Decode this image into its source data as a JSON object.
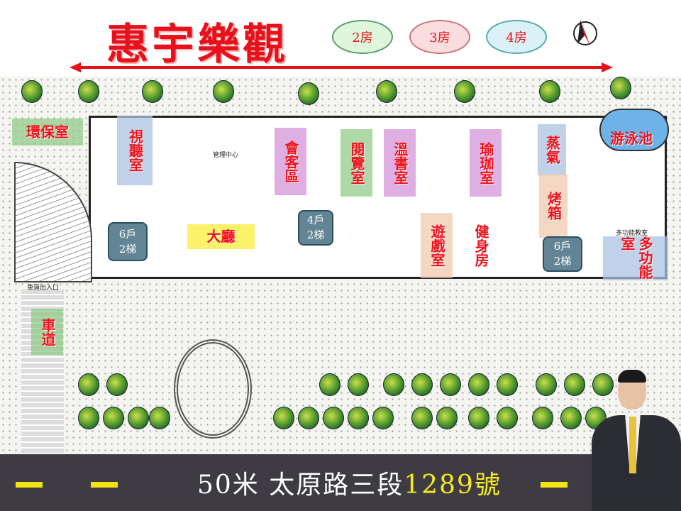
{
  "header": {
    "title": "惠宇樂觀",
    "room_types": [
      "2房",
      "3房",
      "4房"
    ]
  },
  "compass": "north-arrow-icon",
  "plan": {
    "rooms": {
      "recycling": "環保室",
      "av_room": "視聽室",
      "reception": "會客區",
      "reading": "閱覽室",
      "study": "溫書室",
      "yoga": "瑜珈室",
      "steam": "蒸氣",
      "sauna": "烤箱",
      "pool": "游泳池",
      "game": "遊戲室",
      "gym": "健身房",
      "multi": "多功能室",
      "lobby": "大廳",
      "driveway": "車道"
    },
    "elevators": [
      {
        "units": "6戶",
        "lifts": "2梯"
      },
      {
        "units": "4戶",
        "lifts": "2梯"
      },
      {
        "units": "6戶",
        "lifts": "2梯"
      }
    ],
    "small_labels": {
      "management": "管理中心",
      "classroom": "多功能教室",
      "car_entrance": "車道出入口"
    }
  },
  "footer": {
    "road": "50米 太原路三段",
    "number": "1289號"
  }
}
